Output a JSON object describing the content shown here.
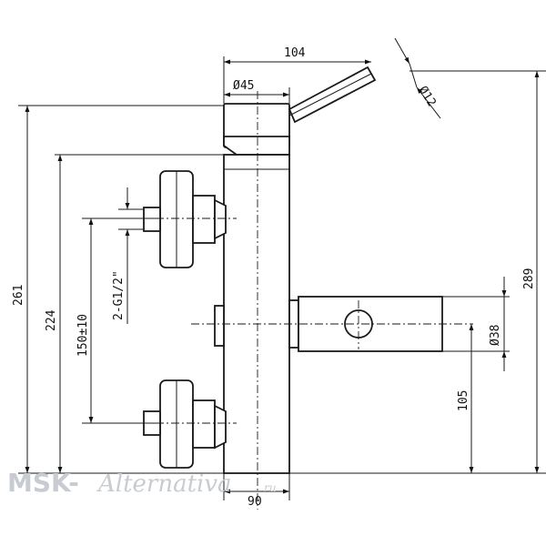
{
  "dimensions": {
    "handle_reach": "104",
    "body_diameter": "Ø45",
    "handle_diameter": "Ø12",
    "total_height": "261",
    "inlet_top_height": "224",
    "inlet_spacing": "150±10",
    "thread": "2-G1/2\"",
    "outlet_diameter": "Ø38",
    "outlet_height": "105",
    "overall_height": "289",
    "base_width": "90"
  },
  "watermark": {
    "brand": "MSK-",
    "script": "Alternativa",
    "suffix": "ru"
  }
}
